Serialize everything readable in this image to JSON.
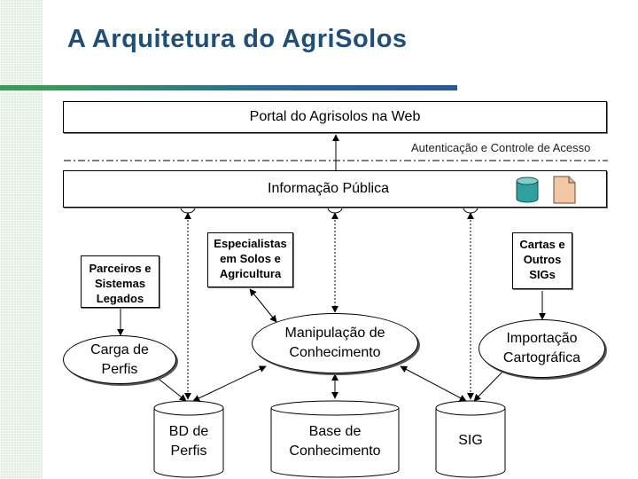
{
  "title": "A Arquitetura do AgriSolos",
  "portal": "Portal do Agrisolos na Web",
  "auth": "Autenticação e Controle de Acesso",
  "info_publica": "Informação Pública",
  "parceiros": [
    "Parceiros e",
    "Sistemas",
    "Legados"
  ],
  "especialistas": [
    "Especialistas",
    "em Solos e",
    "Agricultura"
  ],
  "cartas": [
    "Cartas e",
    "Outros",
    "SIGs"
  ],
  "carga": [
    "Carga de",
    "Perfis"
  ],
  "manipulacao": [
    "Manipulação de",
    "Conhecimento"
  ],
  "importacao": [
    "Importação",
    "Cartográfica"
  ],
  "bd_perfis": [
    "BD de",
    "Perfis"
  ],
  "base_conhecimento": [
    "Base de",
    "Conhecimento"
  ],
  "sig": "SIG",
  "icons": {
    "database": "database-icon",
    "document": "document-icon"
  },
  "colors": {
    "title": "#1f4e79",
    "db_icon": "#2fa0a0",
    "doc_icon": "#f2c8a4",
    "stripe": "#dfeee0"
  }
}
